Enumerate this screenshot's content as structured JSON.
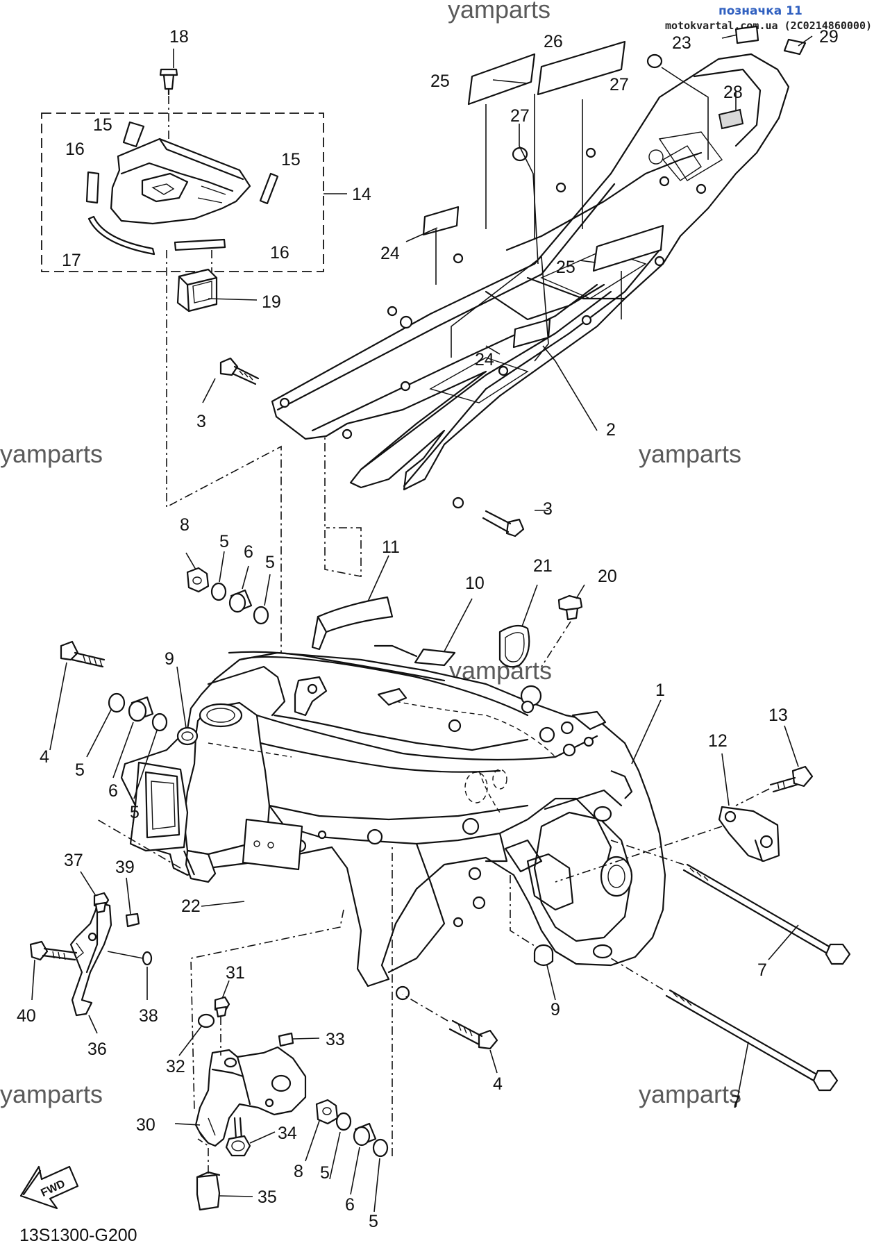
{
  "header": {
    "label": "позначка 11",
    "source": "motokvartal.com.ua (2C0214860000)"
  },
  "watermarks": [
    "yamparts",
    "yamparts",
    "yamparts",
    "yamparts",
    "yamparts",
    "yamparts"
  ],
  "diagram_code": "13S1300-G200",
  "fwd_label": "FWD",
  "callouts": {
    "c1": "1",
    "c2": "2",
    "c3a": "3",
    "c3b": "3",
    "c4a": "4",
    "c4b": "4",
    "c5a": "5",
    "c5b": "5",
    "c5c": "5",
    "c5d": "5",
    "c5e": "5",
    "c5f": "5",
    "c6a": "6",
    "c6b": "6",
    "c6c": "6",
    "c7a": "7",
    "c7b": "7",
    "c8a": "8",
    "c8b": "8",
    "c9a": "9",
    "c9b": "9",
    "c10": "10",
    "c11": "11",
    "c12": "12",
    "c13": "13",
    "c14": "14",
    "c15a": "15",
    "c15b": "15",
    "c16a": "16",
    "c16b": "16",
    "c17": "17",
    "c18": "18",
    "c19": "19",
    "c20": "20",
    "c21": "21",
    "c22": "22",
    "c23": "23",
    "c24a": "24",
    "c24b": "24",
    "c25a": "25",
    "c25b": "25",
    "c26": "26",
    "c27a": "27",
    "c27b": "27",
    "c28": "28",
    "c29": "29",
    "c30": "30",
    "c31": "31",
    "c32": "32",
    "c33": "33",
    "c34": "34",
    "c35": "35",
    "c36": "36",
    "c37": "37",
    "c38": "38",
    "c39": "39",
    "c40": "40"
  }
}
